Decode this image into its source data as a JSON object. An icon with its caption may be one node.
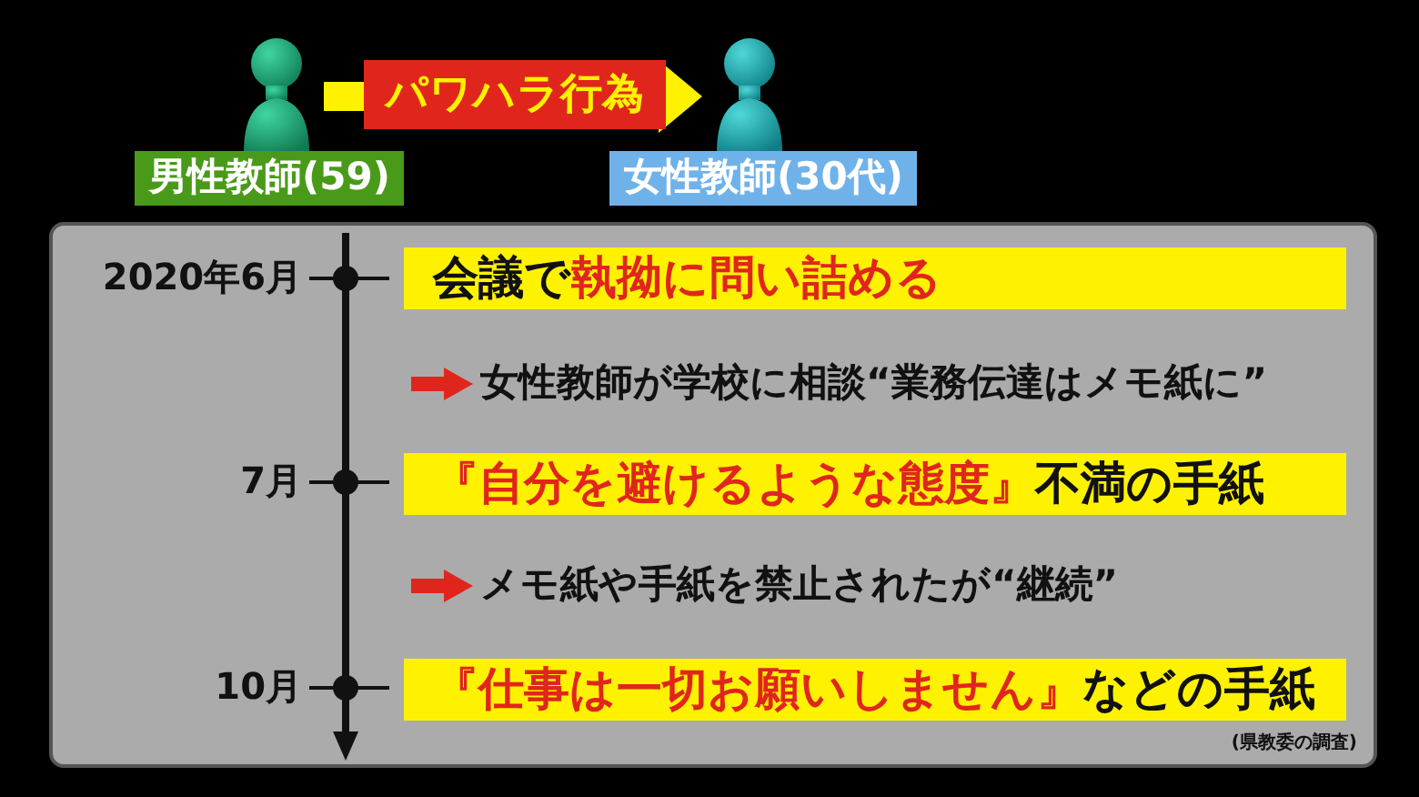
{
  "diagram": {
    "nodes": [
      {
        "text": [],
        "shape": "person",
        "beside": [
          "男性教師(59)"
        ]
      },
      {
        "text": [],
        "shape": "person",
        "beside": [
          "女性教師(30代)"
        ]
      },
      {
        "text": [
          "会議で**執拗に問い詰める**"
        ]
      },
      {
        "text": [
          "**『自分を避けるような態度』**不満の手紙"
        ]
      },
      {
        "text": [
          "**『仕事は一切お願いしません』**などの手紙"
        ]
      }
    ],
    "edges": [
      {
        "from": 0,
        "to": 1,
        "arrow": "to",
        "label": "パワハラ行為"
      }
    ],
    "labels": [
      "2020年6月",
      "女性教師が学校に相談“業務伝達はメモ紙に”",
      "7月",
      "メモ紙や手紙を禁止されたが“継続”",
      "10月",
      "(県教委の調査)"
    ]
  }
}
